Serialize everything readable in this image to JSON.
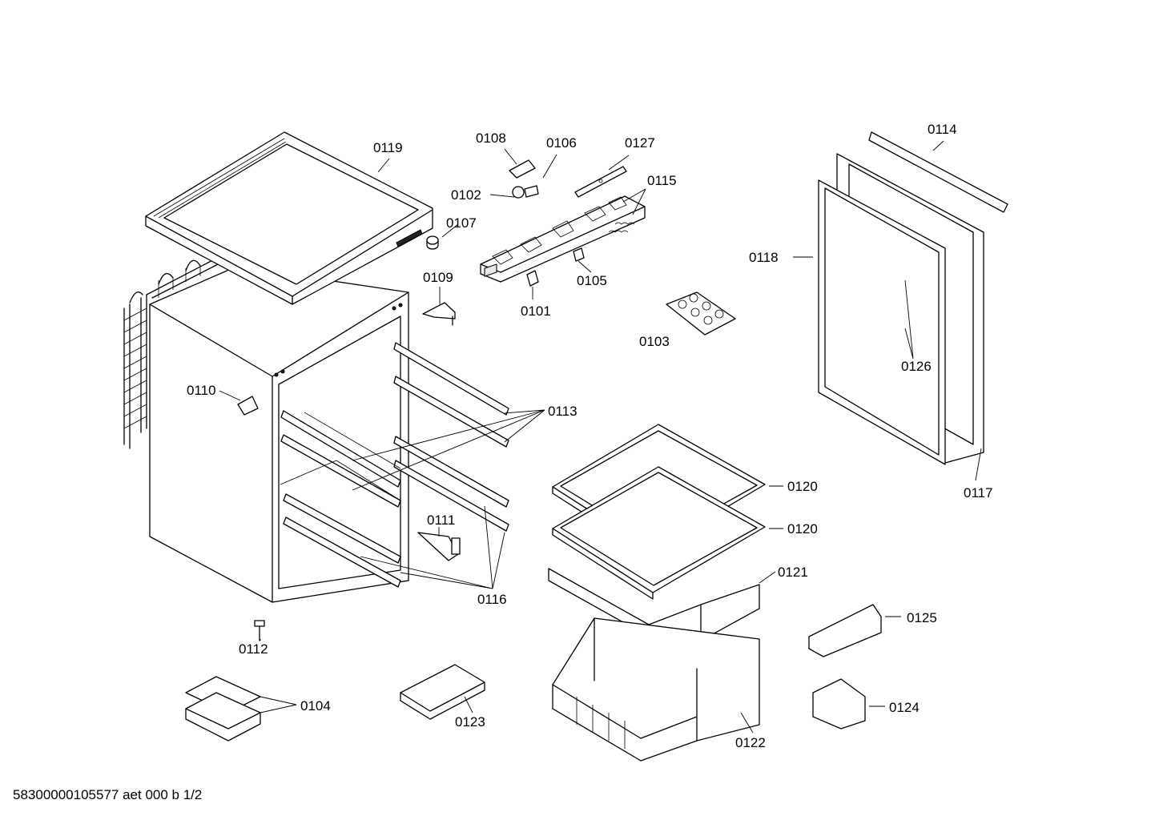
{
  "labels": {
    "p0101": "0101",
    "p0102": "0102",
    "p0103": "0103",
    "p0104": "0104",
    "p0105": "0105",
    "p0106": "0106",
    "p0107": "0107",
    "p0108": "0108",
    "p0109": "0109",
    "p0110": "0110",
    "p0111": "0111",
    "p0112": "0112",
    "p0113": "0113",
    "p0114": "0114",
    "p0115": "0115",
    "p0116": "0116",
    "p0117": "0117",
    "p0118": "0118",
    "p0119": "0119",
    "p0120a": "0120",
    "p0120b": "0120",
    "p0121": "0121",
    "p0122": "0122",
    "p0123": "0123",
    "p0124": "0124",
    "p0125": "0125",
    "p0126": "0126",
    "p0127": "0127"
  },
  "footer": "58300000105577 aet 000 b 1/2"
}
